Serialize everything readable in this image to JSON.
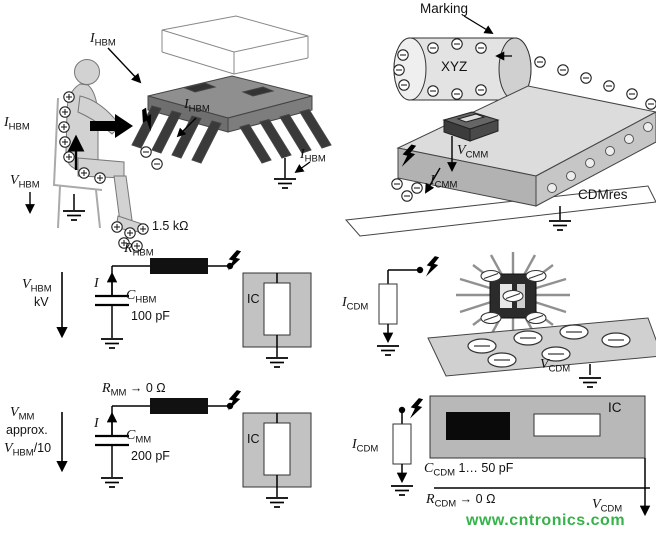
{
  "colors": {
    "watermark_green": "#36b24a",
    "box_gray": "#c2c2c2",
    "chip_gray": "#8f8f8f",
    "ink": "#111111"
  },
  "labels": {
    "i_hbm": {
      "v": "I",
      "sub": "HBM"
    },
    "v_hbm": {
      "v": "V",
      "sub": "HBM"
    },
    "kv": "kV",
    "i": "I",
    "ic": "IC",
    "r_hbm": {
      "v": "R",
      "sub": "HBM"
    },
    "res_1k5": "1.5 kΩ",
    "c_hbm": {
      "v": "C",
      "sub": "HBM"
    },
    "c_hbm_value": "100 pF",
    "marking": "Marking",
    "xyz": "XYZ",
    "v_cmm": {
      "v": "V",
      "sub": "CMM"
    },
    "i_cmm": {
      "v": "I",
      "sub": "CMM"
    },
    "cdmres": "CDMres",
    "i_cdm": {
      "v": "I",
      "sub": "CDM"
    },
    "v_cdm": {
      "v": "V",
      "sub": "CDM"
    },
    "r_mm": {
      "v": "R",
      "sub": "MM",
      "suf": " → 0 Ω"
    },
    "v_mm": {
      "v": "V",
      "sub": "MM"
    },
    "approx": "approx.",
    "v_hbm_div10": {
      "v": "V",
      "sub": "HBM",
      "suf": "/10"
    },
    "c_mm": {
      "v": "C",
      "sub": "MM"
    },
    "c_mm_value": "200 pF",
    "c_cdm": {
      "v": "C",
      "sub": "CDM",
      "suf": " 1… 50 pF"
    },
    "r_cdm": {
      "v": "R",
      "sub": "CDM",
      "suf": " → 0 Ω"
    }
  },
  "watermark": "www.cntronics.com"
}
